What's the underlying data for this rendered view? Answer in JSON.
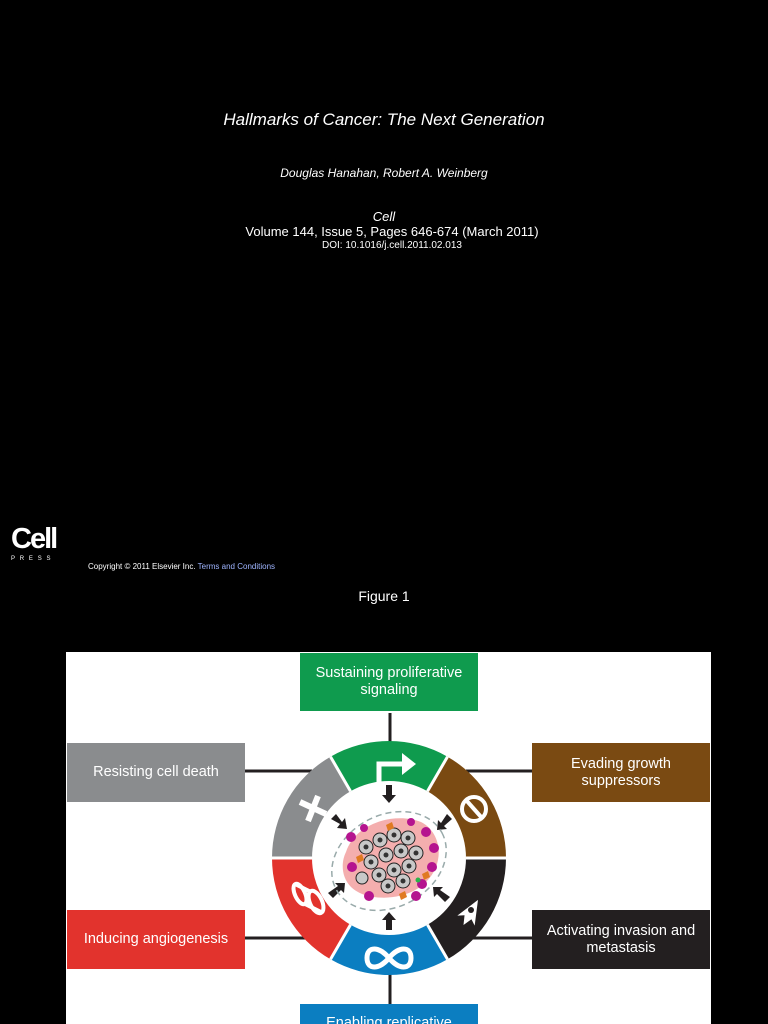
{
  "header": {
    "title": "Hallmarks of Cancer: The Next Generation",
    "authors": "Douglas Hanahan, Robert A. Weinberg",
    "journal": "Cell",
    "volume": "Volume 144, Issue 5, Pages 646-674 (March 2011)",
    "doi": "DOI: 10.1016/j.cell.2011.02.013"
  },
  "logo": {
    "word": "Cell",
    "press": "PRESS"
  },
  "footer": {
    "copyright": "Copyright © 2011 Elsevier Inc.",
    "terms_link": "Terms and Conditions"
  },
  "figure": {
    "label": "Figure 1",
    "hallmarks": {
      "top": "Sustaining proliferative signaling",
      "top_left": "Resisting cell death",
      "top_right": "Evading growth suppressors",
      "bottom_left": "Inducing angiogenesis",
      "bottom_right": "Activating invasion and metastasis",
      "bottom": "Enabling replicative"
    },
    "colors": {
      "green": "#0f9b4e",
      "gray": "#8a8c8e",
      "brown": "#7a4a12",
      "red": "#e2332d",
      "black": "#231f20",
      "blue": "#0b7ec1"
    },
    "icons": [
      "arrow-icon",
      "cross-icon",
      "no-entry-icon",
      "tube-icon",
      "rocket-icon",
      "infinity-icon"
    ]
  }
}
